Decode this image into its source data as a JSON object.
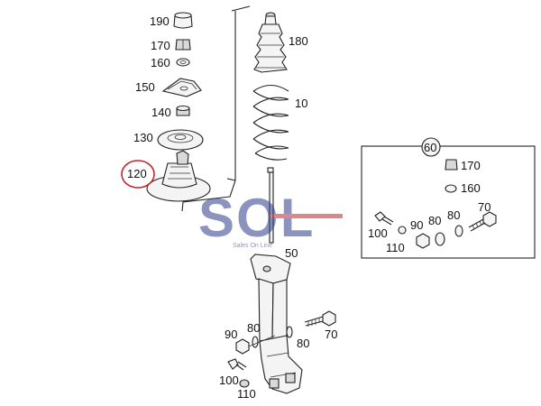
{
  "labels": {
    "p190": "190",
    "p170": "170",
    "p160": "160",
    "p150": "150",
    "p140": "140",
    "p130": "130",
    "p120": "120",
    "p180": "180",
    "p10": "10",
    "p50": "50",
    "p90": "90",
    "p80a": "80",
    "p80b": "80",
    "p70": "70",
    "p100": "100",
    "p110": "110",
    "inset": {
      "p60": "60",
      "p170": "170",
      "p160": "160",
      "p70": "70",
      "p80a": "80",
      "p80b": "80",
      "p90": "90",
      "p100": "100",
      "p110": "110"
    }
  },
  "watermark": {
    "logo": "SOL",
    "tagline": "Sales On Line"
  },
  "highlight_color": "#c0262d",
  "watermark_color": "#2e3e8c"
}
